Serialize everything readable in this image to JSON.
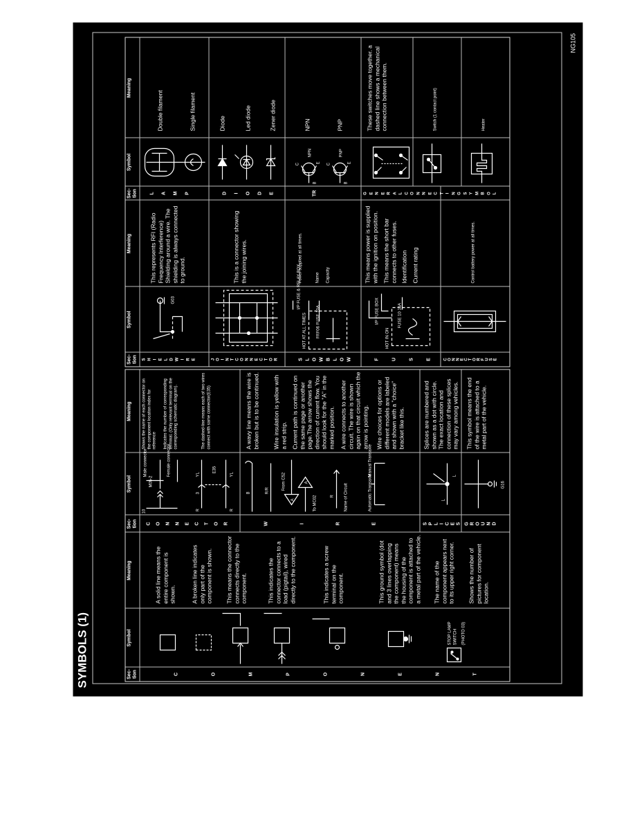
{
  "title": "SYMBOLS (1)",
  "page_code": "NG105",
  "headers": {
    "section": "Sec-\ntion",
    "symbol": "Symbol",
    "meaning": "Meaning"
  },
  "left_table": {
    "component": {
      "section_letters": [
        "C",
        "O",
        "M",
        "P",
        "O",
        "N",
        "E",
        "N",
        "T"
      ],
      "rows": [
        "A solid line means the entire component is shown.",
        "A broken line indicates only part of the component is shown.",
        "This means the connector connects directly to the component.",
        "This indicates the connector connects to a load (pigtail), wired directly to the component.",
        "This indicates a screw terminal on the component.",
        "This ground symbol (dot and 3 lines overlapping the component) means the housing of the component is attached to a metal part of the vehicle.",
        "The name of the component appears next to its upper right corner.",
        "Shows the number of pictures for component location."
      ],
      "symbol_labels": {
        "name": "STOP LAMP SWITCH",
        "photo": "(PHOTO 03)"
      }
    },
    "connector": {
      "section_letters": [
        "C",
        "O",
        "N",
        "N",
        "E",
        "C",
        "T",
        "O",
        "R"
      ],
      "symbol_labels": {
        "male": "Male connector",
        "code": "M05-2",
        "female": "Female connector",
        "pin10": "10",
        "pin3": "3",
        "e35": "E35",
        "r": "R",
        "yl": "YL"
      },
      "rows": [
        "Shows the name of each connector on the component location index for reference",
        "Indicates the number of corresponding terminal. (Only relevant terminal on the corresponding schematic diagram).",
        "The dashed-line means each of two wires connect with same connector(E35)"
      ]
    },
    "wire": {
      "section_letters": [
        "W",
        "I",
        "R",
        "E"
      ],
      "symbol_labels": {
        "b": "B",
        "rr": "R/R",
        "from": "From C52",
        "to": "To MC02",
        "a": "A",
        "r": "R",
        "name_of_circuit": "Name of Circuit",
        "auto": "Automatic Transaxle",
        "manual": "Manual Transaxle",
        "g": "G"
      },
      "rows": [
        "A wavy line means the wire is broken but is to be continued.",
        "Wire insulation is yellow with a red strip.",
        "Current path is continued on the same page or another page.The arrow shows the direction of current flow. You should look for the \"A\" in the marked position.",
        "A wire connects to another circuit. The wire is shown again on that circuit which the arrow is pointing.",
        "Wire choices for options or different models are labeled and shown with a \"choice\" bracket like this."
      ]
    },
    "splices": {
      "section_letters": [
        "S",
        "P",
        "L",
        "I",
        "C",
        "E",
        "S"
      ],
      "symbol_labels": {
        "l": "L"
      },
      "rows": [
        "Splices are numbered and shown as a dot with circle. The exact location and connection of these splices may vary among vehicles."
      ]
    },
    "ground": {
      "section_letters": [
        "G",
        "R",
        "O",
        "U",
        "N",
        "D"
      ],
      "symbol_labels": {
        "g16": "G16"
      },
      "rows": [
        "This symbol means the end of the wire is attached to a metal part of the vehicle."
      ]
    }
  },
  "right_table": {
    "shield": {
      "section_letters": [
        "S",
        "H",
        "I",
        "E",
        "L",
        "D",
        "W",
        "I",
        "R",
        "E"
      ],
      "symbol_labels": {
        "g": "G03"
      },
      "rows": [
        "This represents RFI (Radio Frequency Interference) Shielding around a wire. The shielding is always connected to ground."
      ]
    },
    "joint": {
      "section_letters": [
        "J",
        "O",
        "I",
        "N",
        "T",
        "C",
        "O",
        "N",
        "N",
        "E",
        "C",
        "T",
        "O",
        "R"
      ],
      "rows": [
        "This is a connector showing the joining wires."
      ]
    },
    "slow_blow": {
      "section_letters": [
        "S",
        "L",
        "O",
        "W",
        "B",
        "L",
        "O",
        "W"
      ],
      "symbol_labels": {
        "hot": "HOT AT ALL TIMES",
        "box": "I/P FUSE & RELAY BOX",
        "fuse": "FRF06 FUSE 10A"
      },
      "rows": [
        "Power supplied at all times.",
        "Name",
        "Capacity"
      ]
    },
    "fuse": {
      "section_letters": [
        "F",
        "U",
        "S",
        "E"
      ],
      "symbol_labels": {
        "hot": "HOT IN ON",
        "box": "I/P FUSE BOX",
        "ref": "FUSE 10 15A"
      },
      "rows": [
        "This means power is supplied with the ignition on position.",
        "This means the short bar connects to other fuses.",
        "Identification",
        "Current rating"
      ]
    },
    "connector_fuse": {
      "section_letters": [
        "C",
        "O",
        "N",
        "N",
        "E",
        "C",
        "T",
        "O",
        "R",
        "F",
        "U",
        "S",
        "E"
      ],
      "rows": [
        "Control battery power at all times."
      ]
    },
    "lamp": {
      "section_letters": [
        "L",
        "A",
        "M",
        "P"
      ],
      "rows": [
        "Double filament",
        "Single filament"
      ]
    },
    "diode": {
      "section_letters": [
        "D",
        "I",
        "O",
        "D",
        "E"
      ],
      "rows": [
        "Diode",
        "Led diode",
        "Zener diode"
      ]
    },
    "tr": {
      "section_letters": [
        "TR"
      ],
      "symbol_labels": {
        "b": "B",
        "c": "C",
        "e": "E",
        "npn": "NPN",
        "pnp": "PNP"
      },
      "rows": [
        "NPN",
        "PNP"
      ]
    },
    "general": {
      "section_letters": [
        "G",
        "E",
        "N",
        "E",
        "R",
        "A",
        "L",
        "C",
        "O",
        "N",
        "N",
        "E",
        "C",
        "T",
        "I",
        "N",
        "G",
        "S",
        "Y",
        "M",
        "B",
        "O",
        "L"
      ],
      "rows": [
        "These switches move together. a dashed line shows a mechanical connection between them.",
        "Switch (1 contact point)",
        "Heater"
      ]
    }
  }
}
